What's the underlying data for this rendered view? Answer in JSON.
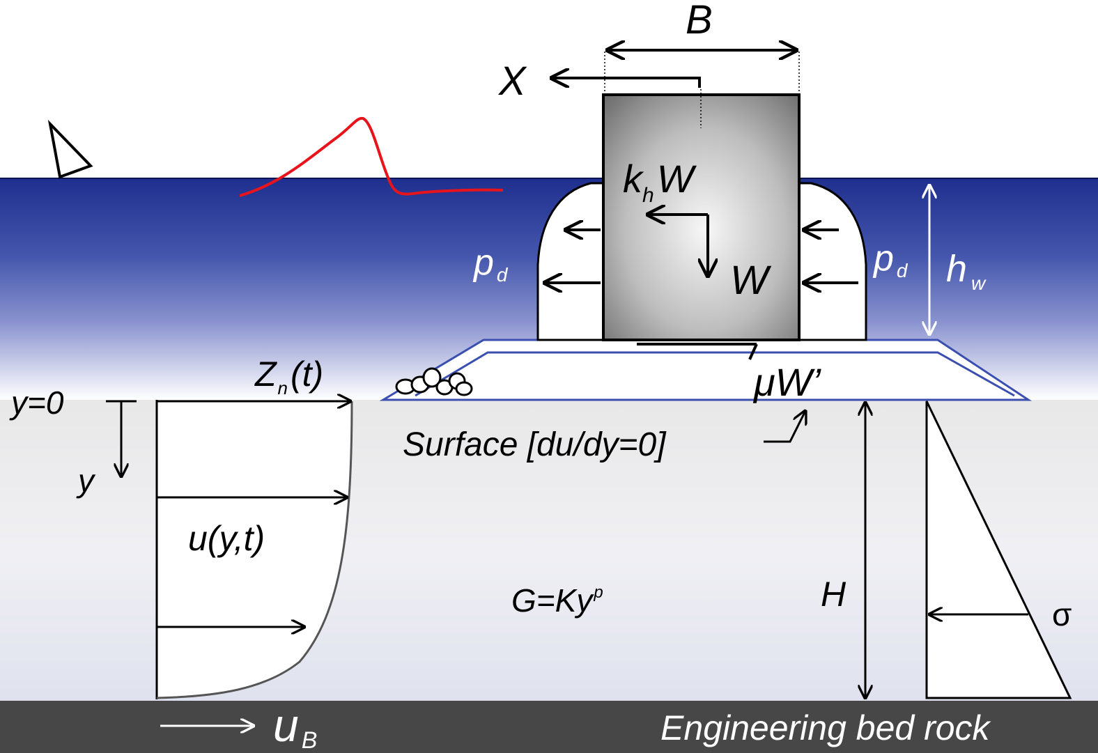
{
  "labels": {
    "B": "B",
    "X": "X",
    "kh_main": "k",
    "kh_sub": "h",
    "kh_W": "W",
    "W": "W",
    "pd_main": "p",
    "pd_sub": "d",
    "hw_main": "h",
    "hw_sub": "w",
    "muW": "μW’",
    "Zn_main": "Z",
    "Zn_sub": "n",
    "Zn_arg": "(t)",
    "y0": "y=0",
    "y": "y",
    "u": "u(y,t)",
    "surface": "Surface [du/dy=0]",
    "G_main": "G=Ky",
    "G_sup": "p",
    "H": "H",
    "sigma": "σ",
    "uB_main": "u",
    "uB_sub": "B",
    "bedrock": "Engineering bed rock"
  },
  "colors": {
    "sea_top": "#2a3a9a",
    "sea_mid": "#4a5fb0",
    "seabed": "#e6e6e6",
    "bedrock": "#4a4a4a",
    "wave": "#e8141c",
    "mound_outline": "#3a4fb0",
    "caisson_light": "#f5f5f5",
    "caisson_dark": "#707070"
  }
}
